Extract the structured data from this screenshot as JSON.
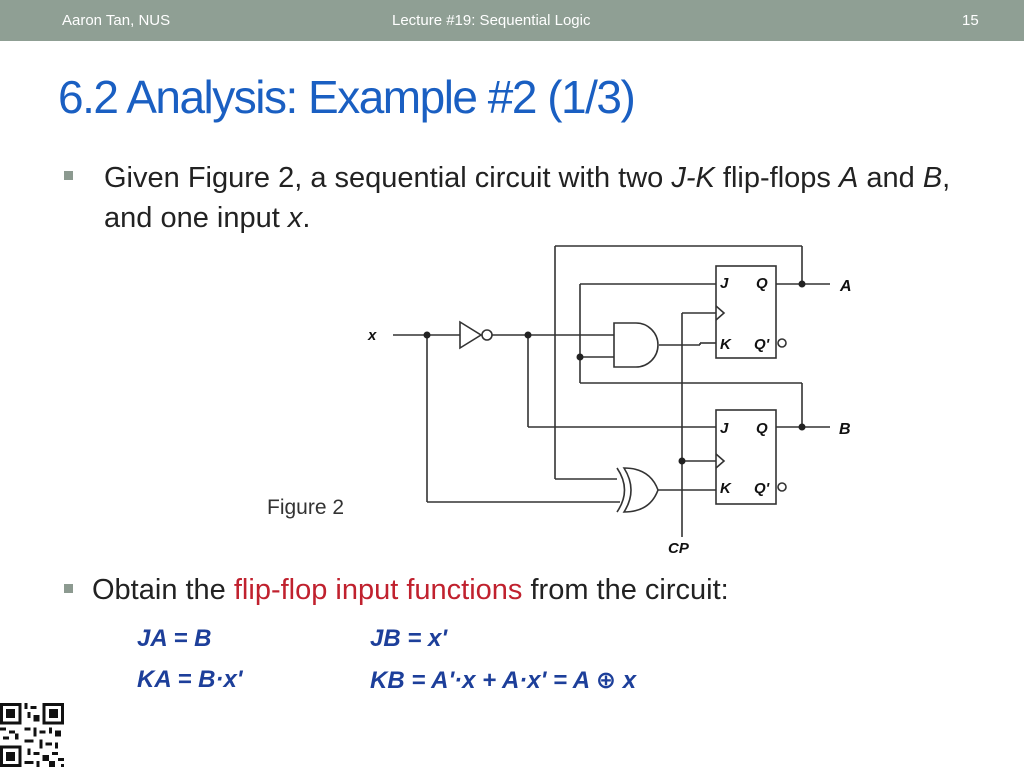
{
  "header": {
    "author": "Aaron Tan, NUS",
    "lecture": "Lecture #19: Sequential Logic",
    "page_number": "15"
  },
  "title": "6.2 Analysis: Example #2 (1/3)",
  "bullet1": {
    "t1": "Given Figure 2, a sequential circuit with two ",
    "jk": "J-K",
    "t2": " flip-flops ",
    "a": "A",
    "t3": " and ",
    "b": "B",
    "t4": ", and one input ",
    "x": "x",
    "t5": "."
  },
  "figure": {
    "caption": "Figure 2",
    "input_label": "x",
    "output_a": "A",
    "output_b": "B",
    "clock_label": "CP",
    "ff_pin_j": "J",
    "ff_pin_k": "K",
    "ff_pin_q": "Q",
    "ff_pin_qn": "Q'"
  },
  "bullet2": {
    "t1": "Obtain the ",
    "highlight": "flip-flop input functions",
    "t2": " from the circuit:"
  },
  "equations": {
    "ja": "JA = B",
    "jb": "JB = x'",
    "ka": "KA = B·x'",
    "kb": "KB = A'·x + A·x' = A ⊕ x"
  },
  "colors": {
    "header_bg": "#8f9f94",
    "title": "#1a5fc2",
    "highlight": "#c0212e",
    "equation": "#1d3f9a"
  },
  "icons": {
    "bullet": "square-bullet-icon",
    "qr": "qr-code-icon"
  }
}
